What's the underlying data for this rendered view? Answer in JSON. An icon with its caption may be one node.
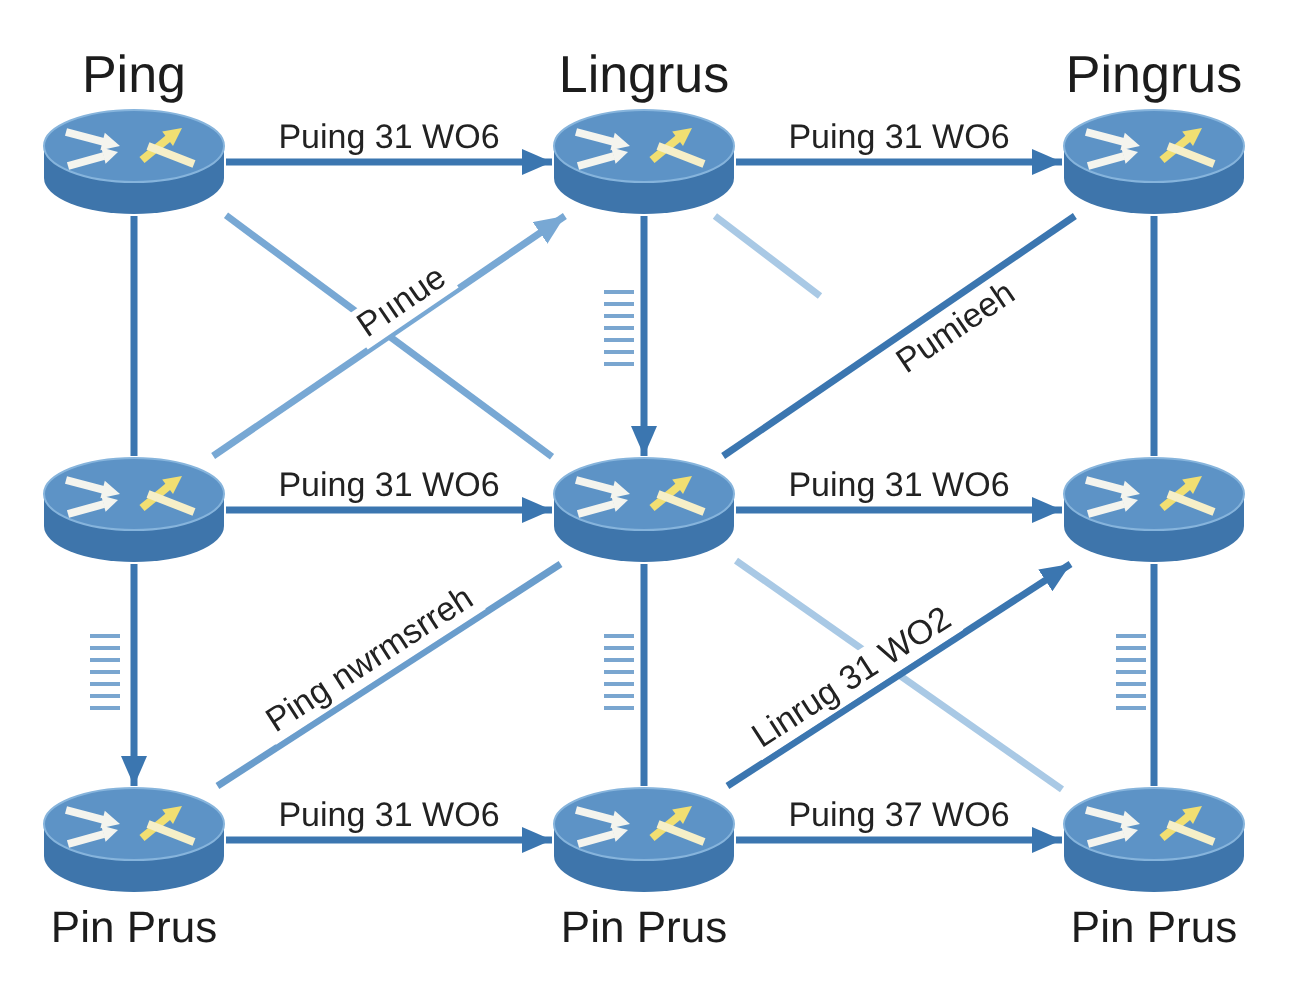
{
  "diagram": {
    "nodes": [
      {
        "text": [
          "Ping"
        ]
      },
      {
        "text": [
          "Lingrus"
        ]
      },
      {
        "text": [
          "Pingrus"
        ]
      },
      {
        "text": [],
        "shape": "cylinder"
      },
      {
        "text": [],
        "shape": "cylinder"
      },
      {
        "text": [],
        "shape": "cylinder"
      },
      {
        "text": [
          "Pin Prus"
        ]
      },
      {
        "text": [
          "Pin Prus"
        ]
      },
      {
        "text": [
          "Pin Prus"
        ]
      }
    ],
    "edges": [
      {
        "from": 0,
        "to": 1,
        "arrow": "to",
        "label": "Puing 31 WO6"
      },
      {
        "from": 1,
        "to": 2,
        "arrow": "to",
        "label": "Puing 31 WO6"
      },
      {
        "from": 0,
        "to": 3,
        "arrow": "none"
      },
      {
        "from": 0,
        "to": 4,
        "arrow": "none",
        "color": "#78a8d4"
      },
      {
        "from": 3,
        "to": 1,
        "arrow": "to",
        "label": "Pıınue",
        "color": "#78a8d4"
      },
      {
        "from": 1,
        "to": 4,
        "arrow": "to"
      },
      {
        "from": 1,
        "to": null,
        "arrow": "none",
        "color": "#a9c9e5"
      },
      {
        "from": 4,
        "to": 2,
        "arrow": "none",
        "label": "Pumieeh"
      },
      {
        "from": 2,
        "to": 5,
        "arrow": "none"
      },
      {
        "from": 3,
        "to": 4,
        "arrow": "to",
        "label": "Puing 31 WO6"
      },
      {
        "from": 4,
        "to": 5,
        "arrow": "to",
        "label": "Puing 31 WO6"
      },
      {
        "from": 3,
        "to": 6,
        "arrow": "to"
      },
      {
        "from": 6,
        "to": 4,
        "arrow": "none",
        "label": "Ping nwrmsrreh",
        "color": "#6a9dcc"
      },
      {
        "from": 4,
        "to": 7,
        "arrow": "none"
      },
      {
        "from": 4,
        "to": 8,
        "arrow": "none",
        "color": "#a9c9e5"
      },
      {
        "from": 7,
        "to": 5,
        "arrow": "to",
        "label": "Linrug 31 WO2"
      },
      {
        "from": 5,
        "to": 8,
        "arrow": "none"
      },
      {
        "from": 6,
        "to": 7,
        "arrow": "to",
        "label": "Puing 31 WO6"
      },
      {
        "from": 7,
        "to": 8,
        "arrow": "to",
        "label": "Puing 37 WO6"
      }
    ]
  }
}
